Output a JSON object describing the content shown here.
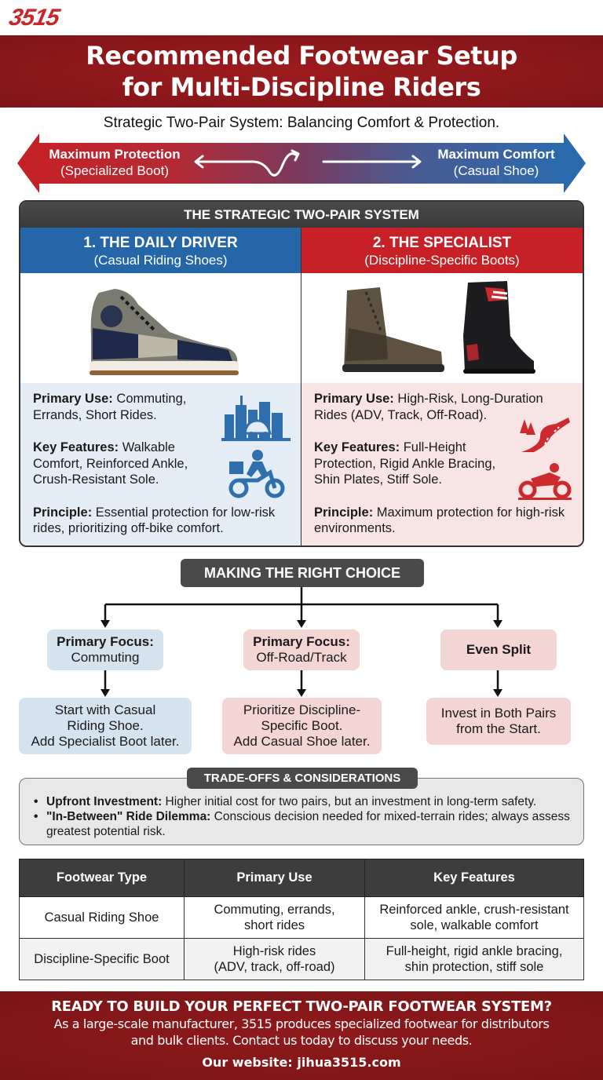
{
  "brand": {
    "logo": "3515"
  },
  "header": {
    "title_line1": "Recommended Footwear Setup",
    "title_line2": "for Multi-Discipline Riders",
    "subtitle": "Strategic Two-Pair System: Balancing Comfort & Protection."
  },
  "spectrum": {
    "left_title": "Maximum Protection",
    "left_sub": "(Specialized Boot)",
    "right_title": "Maximum Comfort",
    "right_sub": "(Casual Shoe)",
    "left_color": "#c42127",
    "right_color": "#2a6aac"
  },
  "system": {
    "title": "THE STRATEGIC TWO-PAIR SYSTEM",
    "daily": {
      "title": "1. THE DAILY DRIVER",
      "subtitle": "(Casual Riding Shoes)",
      "primary_label": "Primary Use:",
      "primary_text": " Commuting, Errands, Short Rides.",
      "features_label": "Key Features:",
      "features_text": " Walkable Comfort, Reinforced Ankle, Crush-Resistant Sole.",
      "principle_label": "Principle:",
      "principle_text": " Essential protection for low-risk rides, prioritizing off-bike comfort.",
      "icons": [
        "city-car-icon",
        "delivery-motorcycle-icon"
      ],
      "color": "#2466a8"
    },
    "specialist": {
      "title": "2. THE SPECIALIST",
      "subtitle": "(Discipline-Specific Boots)",
      "primary_label": "Primary Use:",
      "primary_text": " High-Risk, Long-Duration Rides (ADV, Track, Off-Road).",
      "features_label": "Key Features:",
      "features_text": " Full-Height Protection, Rigid Ankle Bracing, Shin Plates, Stiff Sole.",
      "principle_label": "Principle:",
      "principle_text": " Maximum protection for high-risk environments.",
      "icons": [
        "winding-road-icon",
        "sport-motorcycle-icon"
      ],
      "color": "#c72127"
    }
  },
  "choice": {
    "title": "MAKING THE RIGHT CHOICE",
    "branches": [
      {
        "focus_label": "Primary Focus:",
        "focus_value": "Commuting",
        "action_lines": [
          "Start with Casual",
          "Riding Shoe.",
          "Add Specialist Boot later."
        ]
      },
      {
        "focus_label": "Primary Focus:",
        "focus_value": "Off-Road/Track",
        "action_lines": [
          "Prioritize Discipline-",
          "Specific Boot.",
          "Add Casual Shoe later."
        ]
      },
      {
        "focus_label": "Even Split",
        "focus_value": "",
        "action_lines": [
          "Invest in Both Pairs",
          "from the Start."
        ]
      }
    ]
  },
  "tradeoffs": {
    "title": "TRADE-OFFS & CONSIDERATIONS",
    "items": [
      {
        "label": "Upfront Investment:",
        "text": " Higher initial cost for two pairs, but an investment in long-term safety."
      },
      {
        "label": "\"In-Between\" Ride Dilemma:",
        "text": " Conscious decision needed for mixed-terrain rides; always assess greatest potential risk."
      }
    ]
  },
  "table": {
    "headers": [
      "Footwear Type",
      "Primary Use",
      "Key Features"
    ],
    "rows": [
      {
        "type": "Casual Riding Shoe",
        "use_l1": "Commuting, errands,",
        "use_l2": "short rides",
        "feat_l1": "Reinforced ankle, crush-resistant",
        "feat_l2": "sole, walkable comfort"
      },
      {
        "type": "Discipline-Specific Boot",
        "use_l1": "High-risk rides",
        "use_l2": "(ADV, track, off-road)",
        "feat_l1": "Full-height, rigid ankle bracing,",
        "feat_l2": "shin protection, stiff sole"
      }
    ]
  },
  "footer": {
    "headline": "READY TO BUILD YOUR PERFECT TWO-PAIR FOOTWEAR SYSTEM?",
    "body_l1": "As a large-scale manufacturer, 3515 produces specialized footwear for distributors",
    "body_l2": "and bulk clients. Contact us today to discuss your needs.",
    "website": "Our website: jihua3515.com"
  }
}
